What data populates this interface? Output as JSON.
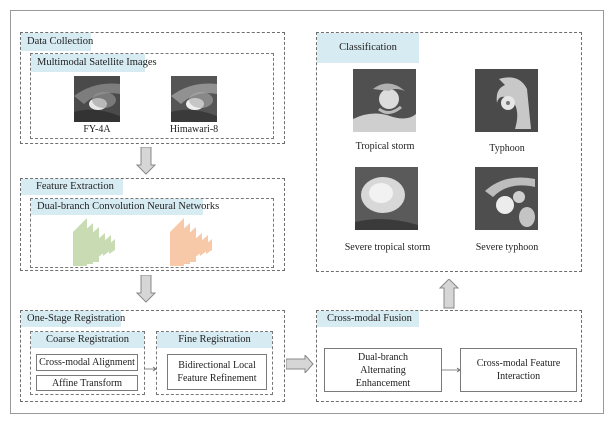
{
  "data_collection": {
    "title": "Data Collection",
    "subtitle": "Multimodal Satellite Images",
    "images": [
      {
        "caption": "FY-4A",
        "icon": "satellite-image-fy4a"
      },
      {
        "caption": "Himawari-8",
        "icon": "satellite-image-himawari8"
      }
    ]
  },
  "feature_extraction": {
    "title": "Feature Extraction",
    "subtitle": "Dual-branch Convolution Neural Networks",
    "branches": [
      {
        "name": "branch-1",
        "color": "#c9dbb3"
      },
      {
        "name": "branch-2",
        "color": "#f7c9a8"
      }
    ]
  },
  "registration": {
    "title": "One-Stage Registration",
    "coarse": {
      "title": "Coarse Registration",
      "steps": [
        "Cross-modal Alignment",
        "Affine Transform"
      ]
    },
    "fine": {
      "title": "Fine Registration",
      "step": "Bidirectional Local Feature Refinement"
    }
  },
  "fusion": {
    "title": "Cross-modal Fusion",
    "steps": [
      "Dual-branch Alternating Enhancement",
      "Cross-modal Feature Interaction"
    ]
  },
  "classification": {
    "title": "Classification",
    "classes": [
      {
        "label": "Tropical storm"
      },
      {
        "label": "Typhoon"
      },
      {
        "label": "Severe tropical storm"
      },
      {
        "label": "Severe typhoon"
      }
    ]
  },
  "colors": {
    "label_bg": "#d7ebf2",
    "arrow_fill": "#d6d6d6",
    "arrow_stroke": "#8a8a8a"
  }
}
